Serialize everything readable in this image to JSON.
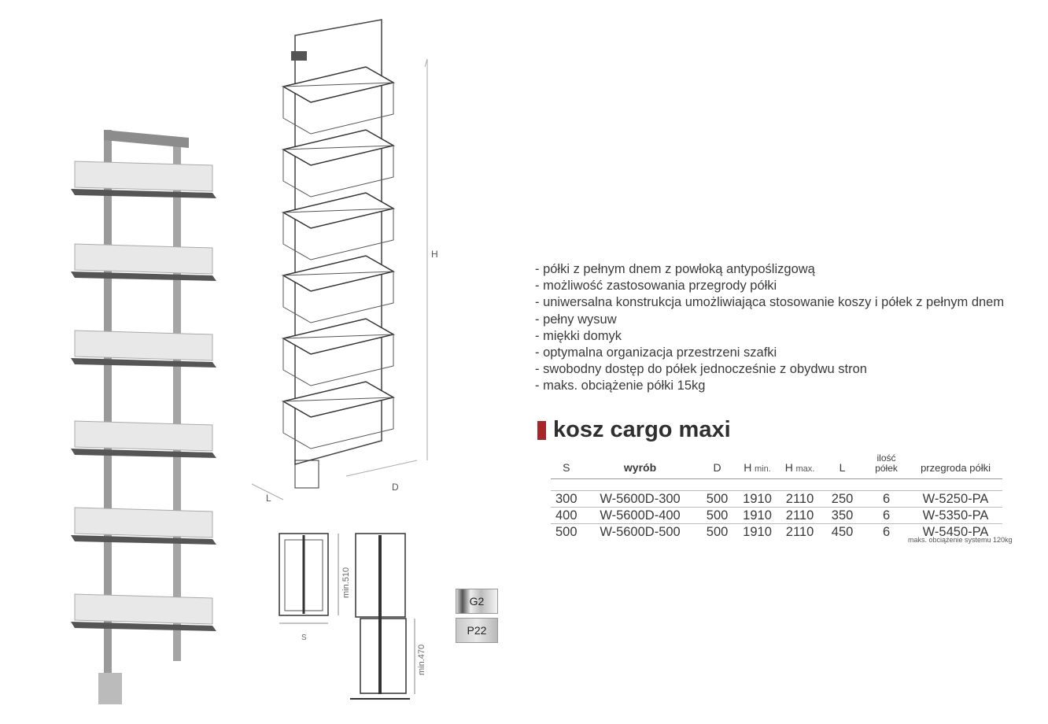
{
  "features": [
    "- półki z pełnym dnem z powłoką antypoślizgową",
    "- możliwość zastosowania przegrody półki",
    "- uniwersalna konstrukcja umożliwiająca stosowanie koszy i półek z pełnym dnem",
    "- pełny wysuw",
    "- miękki domyk",
    "- optymalna organizacja przestrzeni szafki",
    "- swobodny dostęp do półek jednocześnie z obydwu stron",
    "- maks. obciążenie półki 15kg"
  ],
  "title": "kosz cargo maxi",
  "table": {
    "headers": {
      "s": "S",
      "product": "wyrób",
      "d": "D",
      "h": "H",
      "hmin": "min.",
      "hmax": "max.",
      "l": "L",
      "shelves1": "ilość",
      "shelves2": "półek",
      "divider": "przegroda półki"
    },
    "rows": [
      [
        "300",
        "W-5600D-300",
        "500",
        "1910",
        "2110",
        "250",
        "6",
        "W-5250-PA"
      ],
      [
        "400",
        "W-5600D-400",
        "500",
        "1910",
        "2110",
        "350",
        "6",
        "W-5350-PA"
      ],
      [
        "500",
        "W-5600D-500",
        "500",
        "1910",
        "2110",
        "450",
        "6",
        "W-5450-PA"
      ]
    ],
    "note": "maks. obciążenie systemu 120kg"
  },
  "drawing": {
    "h": "H",
    "d": "D",
    "l": "L",
    "s": "S",
    "min510": "min.510",
    "min470": "min.470"
  },
  "finishes": [
    "G2",
    "P22"
  ]
}
